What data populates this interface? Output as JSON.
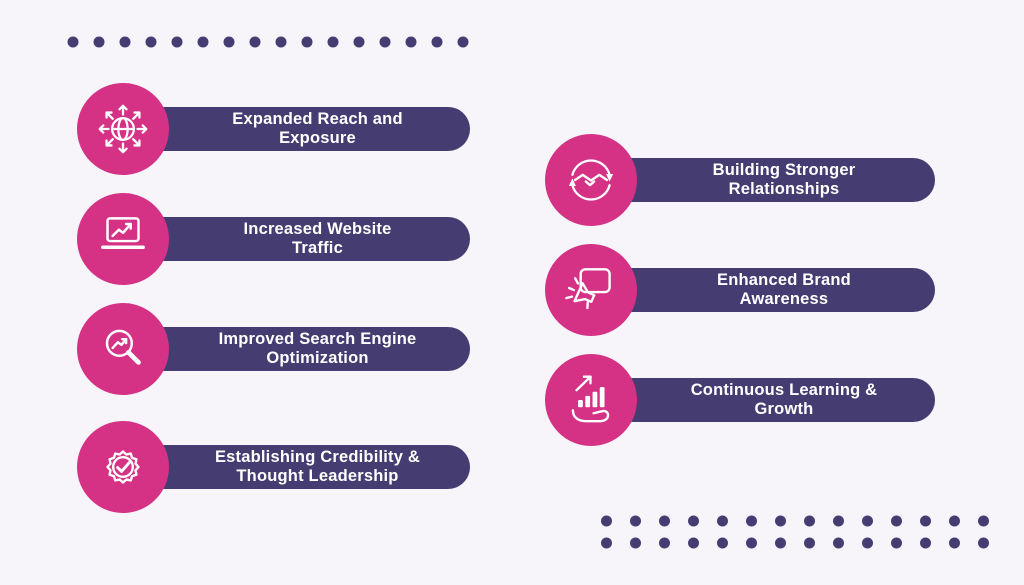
{
  "colors": {
    "accent_pink": "#d53185",
    "accent_purple": "#453c72",
    "background": "#f7f5f9",
    "text": "#ffffff"
  },
  "left_column": {
    "items": [
      {
        "icon": "globe-expansion-icon",
        "line1": "Expanded Reach and",
        "line2": "Exposure"
      },
      {
        "icon": "laptop-traffic-icon",
        "line1": "Increased Website",
        "line2": "Traffic"
      },
      {
        "icon": "magnifier-seo-icon",
        "line1": "Improved Search Engine",
        "line2": "Optimization"
      },
      {
        "icon": "badge-check-icon",
        "line1": "Establishing Credibility &",
        "line2": "Thought Leadership"
      }
    ]
  },
  "right_column": {
    "items": [
      {
        "icon": "handshake-cycle-icon",
        "line1": "Building Stronger",
        "line2": "Relationships"
      },
      {
        "icon": "megaphone-billboard-icon",
        "line1": "Enhanced Brand",
        "line2": "Awareness"
      },
      {
        "icon": "hand-growth-bars-icon",
        "line1": "Continuous Learning &",
        "line2": "Growth"
      }
    ]
  }
}
